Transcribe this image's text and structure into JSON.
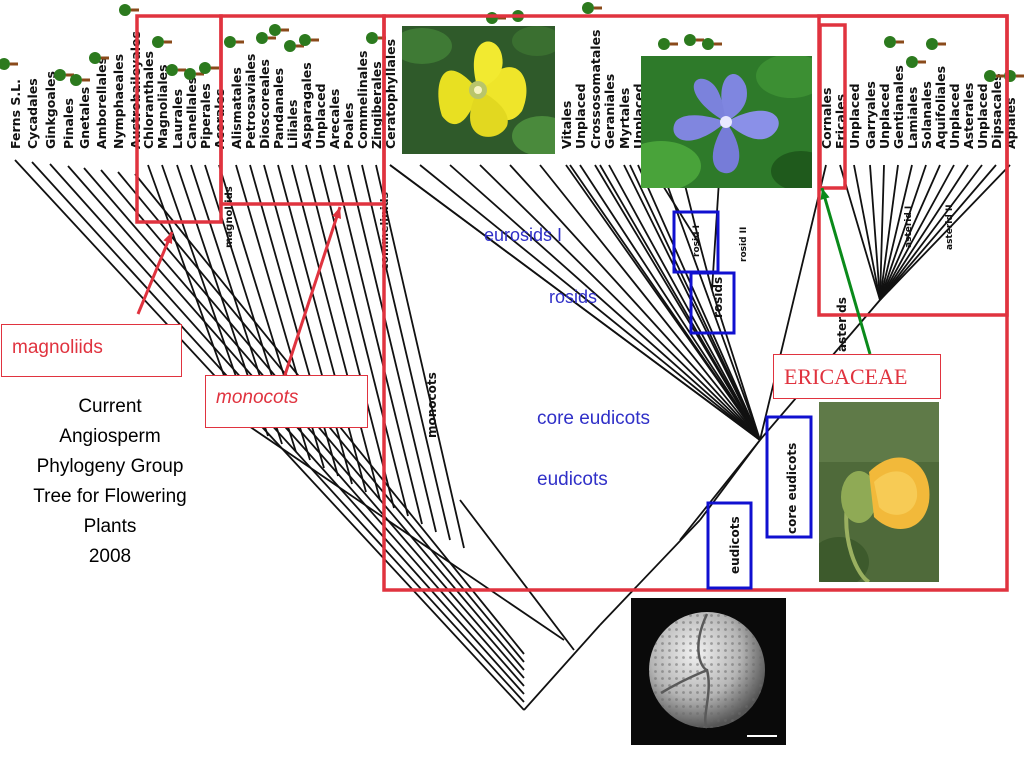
{
  "taxa": [
    "Ferns S.L.",
    "Cycadales",
    "Ginkgoales",
    "Pinales",
    "Gnetales",
    "Amborellales",
    "Nymphaeales",
    "Austrobaileyales",
    "Chloranthales",
    "Magnoliales",
    "Laurales",
    "Canellales",
    "Piperales",
    "Acorales",
    "Alismatales",
    "Petrosaviales",
    "Dioscoreales",
    "Pandanales",
    "Liliales",
    "Asparagales",
    "Unplaced",
    "Arecales",
    "Poales",
    "Commelinales",
    "Zingiberales",
    "Ceratophyllales",
    "Vitales",
    "Unplaced",
    "Crossosomatales",
    "Geraniales",
    "Myrtales",
    "Unplaced",
    "Cornales",
    "Ericales",
    "Unplaced",
    "Garryales",
    "Unplaced",
    "Gentianales",
    "Lamiales",
    "Solanales",
    "Aquifoliales",
    "Unplaced",
    "Asterales",
    "Unplaced",
    "Dipsacales",
    "Apiales"
  ],
  "node_labels": {
    "magnoliids": "magnoliids",
    "commelinids": "commelinids",
    "monocots": "monocots",
    "rosid_i": "rosid I",
    "rosid_ii": "rosid II",
    "rosids": "rosids",
    "core_eudicots": "core eudicots",
    "eudicots": "eudicots",
    "asterids": "asterids",
    "asterid_i": "asterid I",
    "asterid_ii": "asterid II"
  },
  "annotations": {
    "magnoliids": "magnoliids",
    "monocots": "monocots",
    "eurosids_i": "eurosids I",
    "rosids": "rosids",
    "core_eudicots": "core eudicots",
    "eudicots": "eudicots",
    "ericaceae": "ERICACEAE"
  },
  "title_lines": [
    "Current",
    "Angiosperm",
    "Phylogeny Group",
    "Tree for Flowering",
    "Plants",
    "2008"
  ],
  "colors": {
    "red": "#e0333f",
    "blue": "#1010d0",
    "green": "#0a8a1a",
    "annotation_text": "#3030c8"
  },
  "images": [
    "yellow-flower-photo",
    "periwinkle-flower-photo",
    "yellow-bud-flower-photo",
    "pollen-grain-micrograph"
  ]
}
